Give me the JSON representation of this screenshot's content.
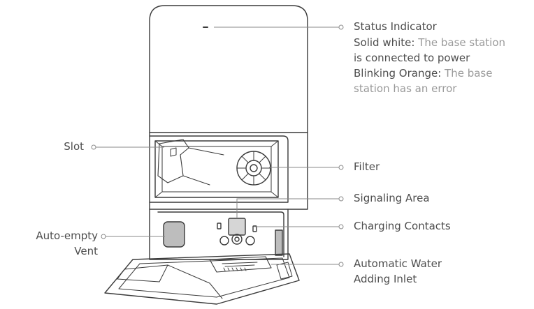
{
  "labels": {
    "status_indicator": "Status Indicator",
    "slot": "Slot",
    "filter": "Filter",
    "signaling_area": "Signaling Area",
    "charging_contacts": "Charging Contacts",
    "auto_empty_vent_line1": "Auto-empty",
    "auto_empty_vent_line2": "Vent",
    "water_inlet_line1": "Automatic Water",
    "water_inlet_line2": "Adding Inlet"
  },
  "status_description": {
    "solid_white_key": "Solid white:",
    "solid_white_text_1": " The base station",
    "solid_white_text_2": "is connected to power",
    "blinking_orange_key": "Blinking Orange:",
    "blinking_orange_text_1": " The base",
    "blinking_orange_text_2": "station has an error"
  },
  "colors": {
    "outline": "#3a3a3a",
    "label_text": "#4d4d4d",
    "description_text": "#9a9a9a",
    "callout_line": "#8a8a8a",
    "vent_fill": "#bdbdbd"
  }
}
